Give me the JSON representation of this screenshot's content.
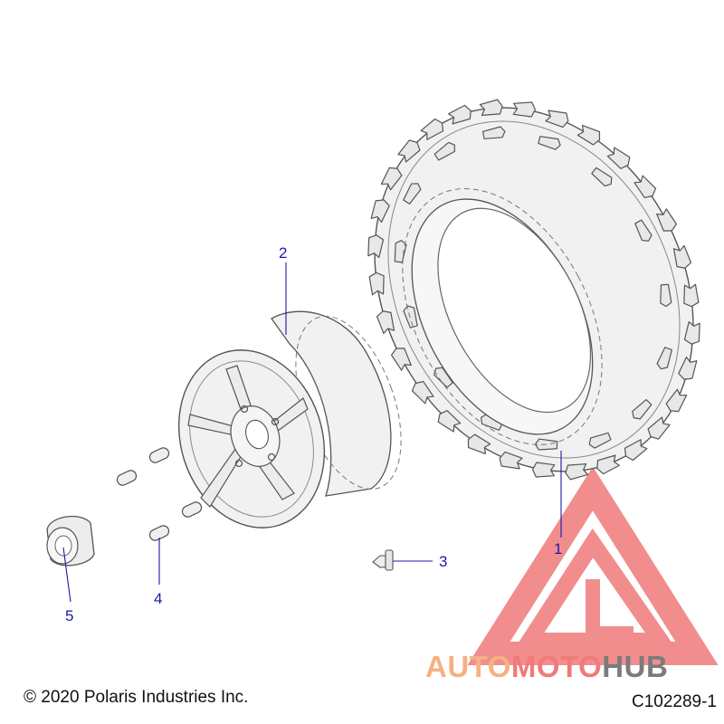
{
  "callouts": {
    "c1": "1",
    "c2": "2",
    "c3": "3",
    "c4": "4",
    "c5": "5"
  },
  "footer": {
    "copyright": "© 2020 Polaris Industries Inc.",
    "doc_number": "C102289-1"
  },
  "watermark": {
    "part1": "AUTO",
    "part2": "MOTO",
    "part3": "HUB"
  },
  "colors": {
    "callout_blue": "#1a1aa8",
    "watermark_red": "#f07a7a",
    "watermark_orange": "#f5b183",
    "watermark_gray": "#7b7b7b"
  }
}
